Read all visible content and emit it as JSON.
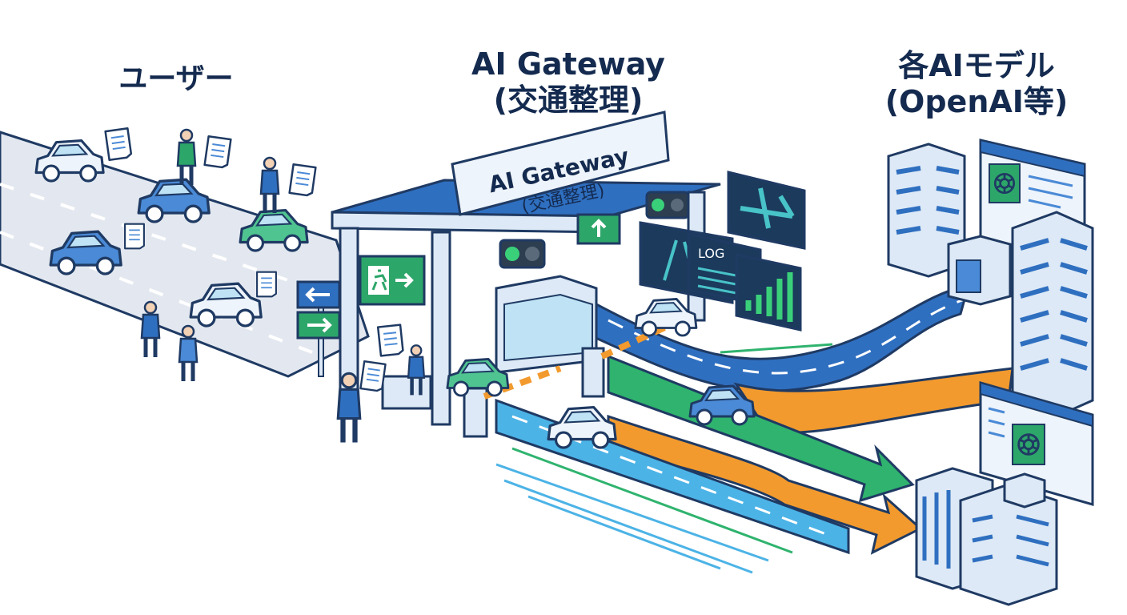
{
  "headers": {
    "users": "ユーザー",
    "gateway_title": "AI Gateway",
    "gateway_subtitle": "(交通整理)",
    "models_title": "各AIモデル",
    "models_subtitle": "(OpenAI等)"
  },
  "gateway_sign": {
    "line1": "AI Gateway",
    "line2": "(交通整理)"
  },
  "log_panel_label": "LOG",
  "icons": {
    "exit": "running-man-exit-icon",
    "arrow_up": "arrow-up-icon",
    "arrow_left": "arrow-left-icon",
    "arrow_right": "arrow-right-icon",
    "model": "openai-knot-icon"
  },
  "colors": {
    "outline": "#1f3a63",
    "road_gray": "#e3e8f0",
    "lane_blue": "#2f6fc0",
    "lane_orange": "#f29a2e",
    "lane_green": "#2fb36e",
    "lane_cyan": "#4cb3e6",
    "building": "#dde9f6",
    "sign_green": "#2da66a",
    "screen_dark": "#1b3a5c",
    "glass_cyan": "#48c3c8",
    "text": "#142a4f"
  }
}
